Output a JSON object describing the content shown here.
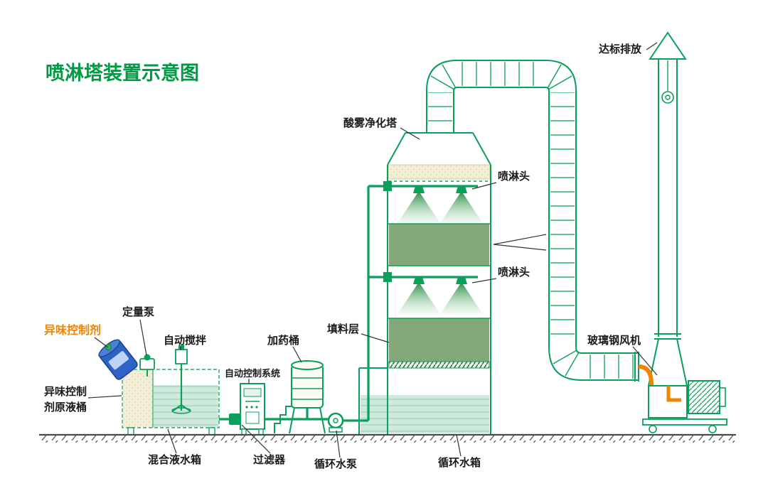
{
  "title": "喷淋塔装置示意图",
  "colors": {
    "title_green": "#009944",
    "line_green": "#0a9f5a",
    "packing_green": "#84a87a",
    "water_green": "#cfeadd",
    "cream": "#f3eed7",
    "accent_orange": "#f08300",
    "barrel_blue": "#2e62c4",
    "text_black": "#1a1a1a"
  },
  "labels": {
    "tower": "酸雾净化塔",
    "spray_head_upper": "喷淋头",
    "spray_head_lower": "喷淋头",
    "emission": "达标排放",
    "fan": "玻璃钢风机",
    "metering_pump": "定量泵",
    "odor_control_agent": "异味控制剂",
    "auto_stirrer": "自动搅拌",
    "dosing_barrel": "加药桶",
    "auto_control_system": "自动控制系统",
    "packing_layer": "填料层",
    "agent_stock_barrel_line1": "异味控制",
    "agent_stock_barrel_line2": "剂原液桶",
    "mixing_tank": "混合液水箱",
    "filter": "过滤器",
    "circulating_pump": "循环水泵",
    "circulating_tank": "循环水箱"
  }
}
